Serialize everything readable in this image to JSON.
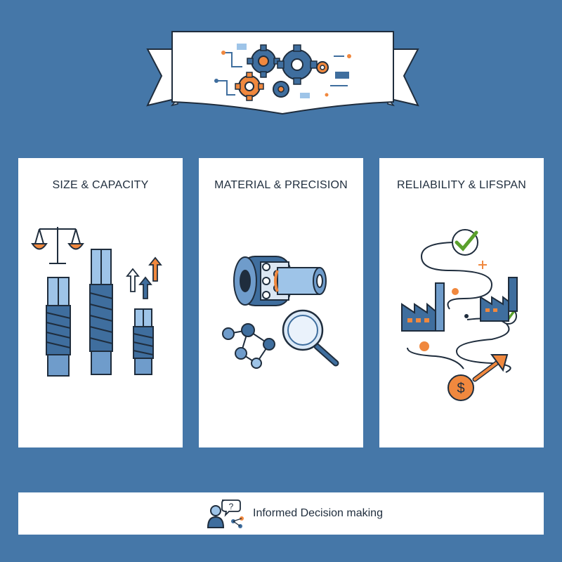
{
  "panels": {
    "size": {
      "title": "SIZE & CAPACITY"
    },
    "material": {
      "title": "MATERIAL & PRECISION"
    },
    "reliability": {
      "title": "RELIABILITY & LIFSPAN"
    }
  },
  "footer": {
    "text": "Informed Decision making"
  },
  "colors": {
    "background": "#4577a8",
    "panel": "#ffffff",
    "accent_orange": "#f0883e",
    "accent_blue": "#3f6e9e",
    "outline": "#1f2d3d",
    "check_green": "#5aa02c"
  },
  "icons": [
    "gears-icon",
    "balance-scale-icon",
    "drill-bit-icon",
    "up-arrow-icon",
    "bearing-icon",
    "molecule-icon",
    "magnifier-icon",
    "check-icon",
    "factory-icon",
    "dollar-coin-icon",
    "growth-arrow-icon",
    "person-question-icon"
  ]
}
